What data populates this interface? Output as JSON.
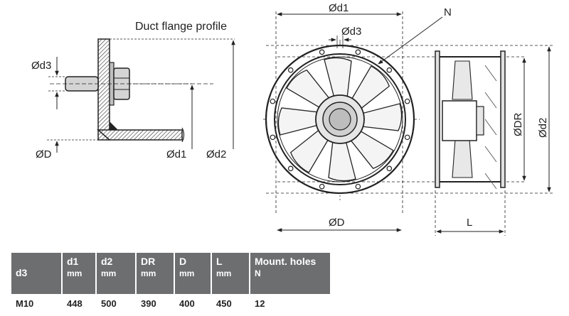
{
  "drawing": {
    "title": "Duct flange profile",
    "labels": {
      "d3": "Ød3",
      "D": "ØD",
      "d1": "Ød1",
      "d2": "Ød2",
      "DR": "ØDR",
      "N": "N",
      "L": "L"
    }
  },
  "table": {
    "headers": [
      {
        "main": "d3",
        "unit": ""
      },
      {
        "main": "d1",
        "unit": "mm"
      },
      {
        "main": "d2",
        "unit": "mm"
      },
      {
        "main": "DR",
        "unit": "mm"
      },
      {
        "main": "D",
        "unit": "mm"
      },
      {
        "main": "L",
        "unit": "mm"
      },
      {
        "main": "Mount. holes",
        "unit": "N"
      }
    ],
    "row": [
      "M10",
      "448",
      "500",
      "390",
      "400",
      "450",
      "12"
    ]
  },
  "colors": {
    "header_bg": "#6d6e70",
    "line": "#222222",
    "part_fill": "#bfbfbf"
  }
}
